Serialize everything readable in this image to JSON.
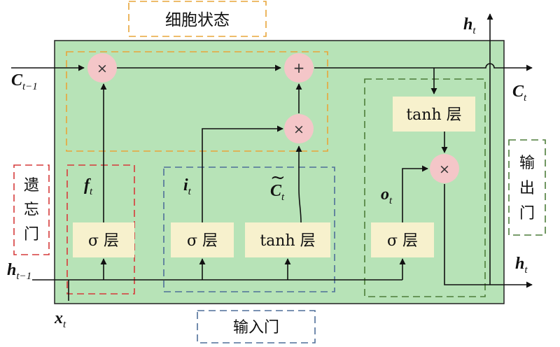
{
  "labels": {
    "cell_state": "细胞状态",
    "forget_gate_l1": "遗",
    "forget_gate_l2": "忘",
    "forget_gate_l3": "门",
    "input_gate": "输入门",
    "output_gate_l1": "输",
    "output_gate_l2": "出",
    "output_gate_l3": "门"
  },
  "layers": {
    "forget": "σ 层",
    "input": "σ 层",
    "candidate": "tanh 层",
    "output": "σ 层",
    "cell_tanh": "tanh 层"
  },
  "operators": {
    "multiply": "×",
    "add": "+"
  },
  "variables": {
    "c_prev": "C",
    "c_prev_sub": "t−1",
    "c_next": "C",
    "c_next_sub": "t",
    "h_prev": "h",
    "h_prev_sub": "t−1",
    "h_top": "h",
    "h_top_sub": "t",
    "h_right": "h",
    "h_right_sub": "t",
    "x": "x",
    "x_sub": "t",
    "f": "f",
    "f_sub": "t",
    "i": "i",
    "i_sub": "t",
    "c_tilde": "C",
    "c_tilde_sub": "t",
    "c_tilde_mark": "~",
    "o": "o",
    "o_sub": "t"
  },
  "colors": {
    "cell_fill": "#b7e3b7",
    "cell_state_box": "#e8a53a",
    "forget_gate_box": "#d63b3b",
    "input_gate_box": "#4f6f99",
    "output_gate_box": "#4d7d3a",
    "layer_fill": "#f7f1cd",
    "operator_fill": "#f4c6c8"
  }
}
